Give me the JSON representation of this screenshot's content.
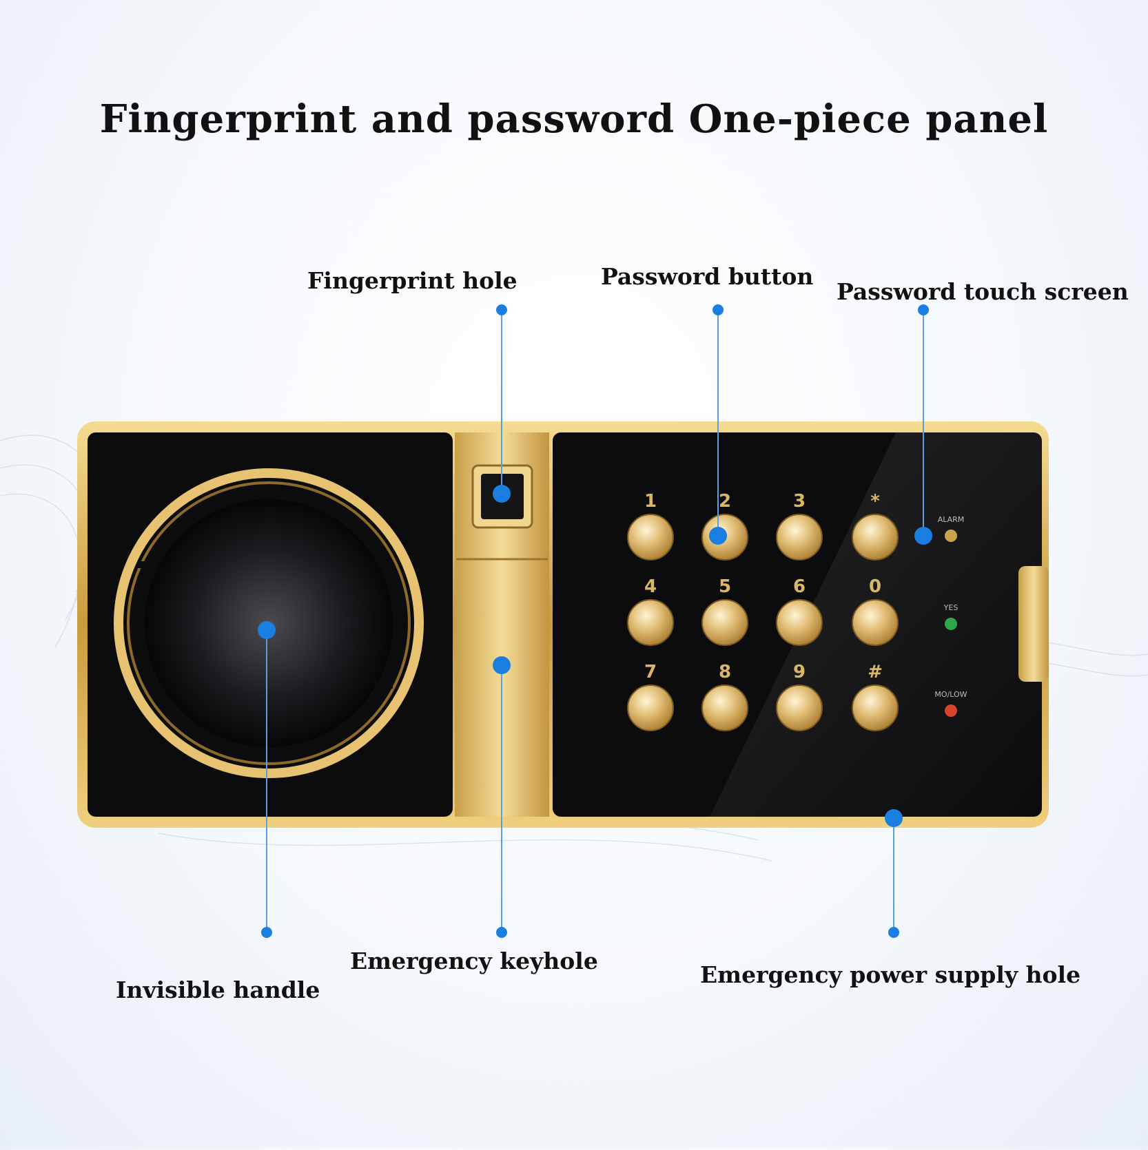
{
  "title": "Fingerprint and password One-piece panel",
  "callouts": {
    "fingerprint_hole": "Fingerprint hole",
    "password_button": "Password button",
    "password_touch_screen": "Password touch screen",
    "invisible_handle": "Invisible handle",
    "emergency_keyhole": "Emergency keyhole",
    "emergency_power_supply_hole": "Emergency power supply hole"
  },
  "keypad": {
    "keys": [
      "1",
      "2",
      "3",
      "*",
      "4",
      "5",
      "6",
      "0",
      "7",
      "8",
      "9",
      "#"
    ]
  },
  "indicators": [
    {
      "label": "ALARM",
      "color": "#c9a24a"
    },
    {
      "label": "YES",
      "color": "#2fa84a"
    },
    {
      "label": "MO/LOW",
      "color": "#d8442a"
    }
  ],
  "colors": {
    "callout_dot": "#1a7fe0",
    "callout_line": "#5aa0e0",
    "gold": "#d9b45a",
    "panel_black": "#0c0c0e"
  }
}
